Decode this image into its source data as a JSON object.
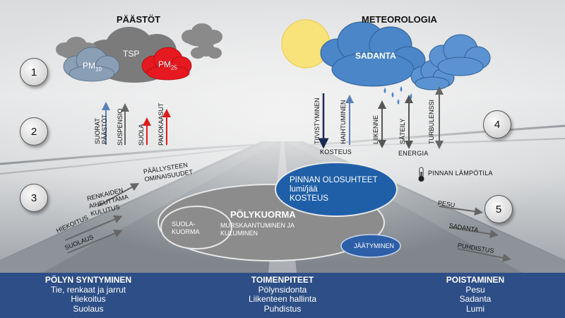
{
  "headings": {
    "emissions": "PÄÄSTÖT",
    "meteorology": "METEOROLOGIA"
  },
  "numbers": [
    "1",
    "2",
    "3",
    "4",
    "5"
  ],
  "clouds": {
    "pm10": "PM",
    "pm10_sub": "10",
    "tsp": "TSP",
    "pm25": "PM",
    "pm25_sub": "25",
    "precip": "SADANTA"
  },
  "emission_arrows": [
    "SUORAT PÄÄSTÖT",
    "SUSPENSIO",
    "SUOLA",
    "PAKOKAASUT"
  ],
  "meteo_arrows": [
    "TIIVISTYMINEN",
    "HAIHTUMINEN",
    "LIIKENNE",
    "SÄTEILY",
    "TURBULENSSI"
  ],
  "labels": {
    "moisture": "KOSTEUS",
    "energy": "ENERGIA",
    "surface_temp": "PINNAN LÄMPÖTILA",
    "pavement": [
      "PÄÄLLYSTEEN",
      "OMINAISUUDET"
    ],
    "tire_wear": [
      "RENKAIDEN",
      "AIHEUTTAMA",
      "KULUTUS"
    ],
    "sanding": "HIEKOITUS",
    "salting": "SUOLAUS",
    "removal": [
      "PESU",
      "SADANTA",
      "PUHDISTUS"
    ]
  },
  "dust_load": {
    "title": "PÖLYKUORMA",
    "sub": [
      "MURSKAANTUMINEN JA",
      "KULUMINEN"
    ],
    "salt": [
      "SUOLA-",
      "KUORMA"
    ]
  },
  "surface": {
    "lines": [
      "PINNAN OLOSUHTEET",
      "lumi/jää",
      "KOSTEUS"
    ]
  },
  "freezing": "JÄÄTYMINEN",
  "footer": {
    "left": {
      "title": "PÖLYN SYNTYMINEN",
      "items": [
        "Tie, renkaat ja jarrut",
        "Hiekoitus",
        "Suolaus"
      ]
    },
    "center": {
      "title": "TOIMENPITEET",
      "items": [
        "Pölynsidonta",
        "Liikenteen hallinta",
        "Puhdistus"
      ]
    },
    "right": {
      "title": "POISTAMINEN",
      "items": [
        "Pesu",
        "Sadanta",
        "Lumi"
      ]
    }
  },
  "colors": {
    "footer": "#2d4e86",
    "cloud_grey": "#7b7b7b",
    "cloud_bluegrey": "#8a9fb6",
    "cloud_red": "#e5191f",
    "cloud_blue": "#4a86c8",
    "sun": "#f8e27a",
    "surface_blue": "#1f5fa8",
    "dust_grey": "#8c8c8c"
  }
}
